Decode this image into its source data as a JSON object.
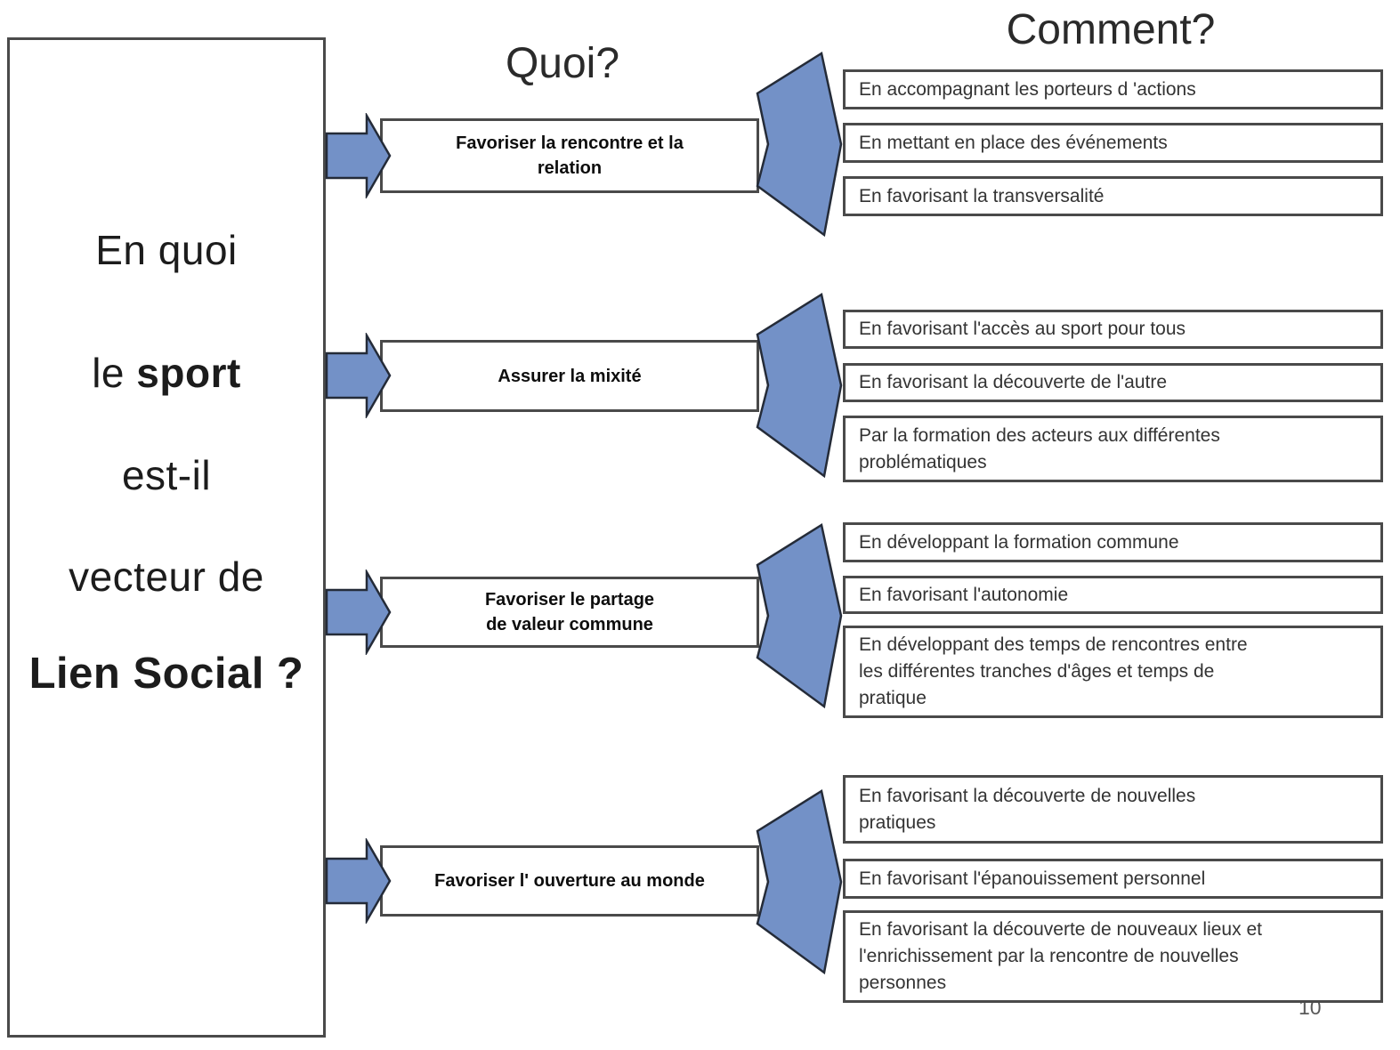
{
  "headers": {
    "quoi": "Quoi?",
    "comment": "Comment?"
  },
  "question": {
    "line1": "En quoi",
    "line2_prefix": "le ",
    "line2_bold": "sport",
    "line3": "est-il",
    "line4": "vecteur de",
    "line5": "Lien Social ?"
  },
  "rows": [
    {
      "goal": "Favoriser la rencontre et la\nrelation",
      "hows": [
        "En accompagnant les porteurs d 'actions",
        "En mettant en place des événements",
        "En favorisant la transversalité"
      ]
    },
    {
      "goal": "Assurer la mixité",
      "hows": [
        "En favorisant l'accès au sport pour tous",
        "En favorisant la découverte de l'autre",
        "Par la formation des acteurs aux différentes\nproblématiques"
      ]
    },
    {
      "goal": "Favoriser le partage\nde valeur commune",
      "hows": [
        "En développant la formation commune",
        "En favorisant l'autonomie",
        "En développant des temps de rencontres entre\nles différentes tranches d'âges et temps de\npratique"
      ]
    },
    {
      "goal": "Favoriser l' ouverture au monde",
      "hows": [
        "En favorisant la découverte de nouvelles\npratiques",
        "En favorisant l'épanouissement personnel",
        "En favorisant la découverte de nouveaux lieux et\nl'enrichissement par la rencontre de nouvelles\npersonnes"
      ]
    }
  ],
  "page_number": "10",
  "colors": {
    "arrow_fill": "#7391c7",
    "arrow_stroke": "#242b38",
    "box_border": "#4a4a4a"
  }
}
